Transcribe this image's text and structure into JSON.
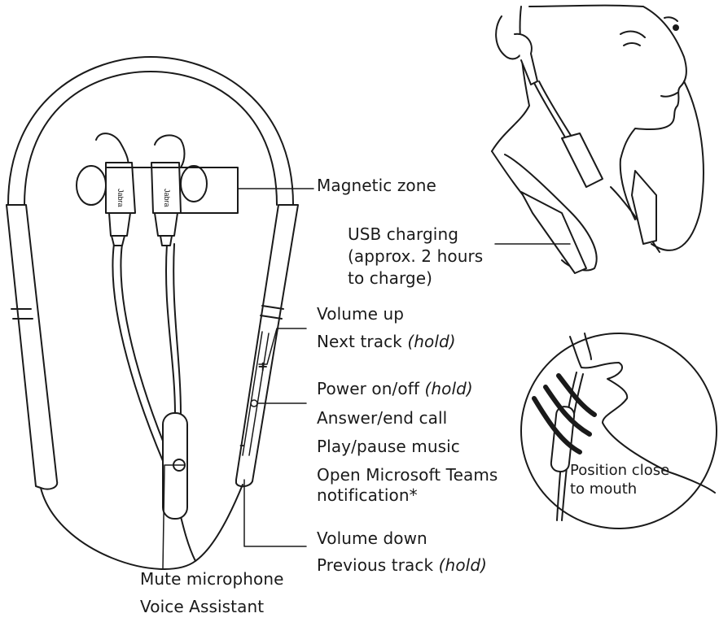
{
  "labels": {
    "magnetic_zone": "Magnetic zone",
    "usb_line1": "USB charging",
    "usb_line2": "(approx. 2 hours",
    "usb_line3": "to charge)",
    "volume_up": "Volume up",
    "next_track": "Next track",
    "hold": "(hold)",
    "power": "Power on/off",
    "answer_end": "Answer/end call",
    "play_pause": "Play/pause music",
    "teams_line1": "Open Microsoft Teams",
    "teams_line2": "notification*",
    "volume_down": "Volume down",
    "previous_track": "Previous track",
    "mute_mic": "Mute microphone",
    "voice_assistant": "Voice Assistant",
    "position_line1": "Position close",
    "position_line2": "to mouth"
  },
  "device_markings": {
    "brand": "Jabra",
    "plus_button": "+",
    "minus_button": "–"
  },
  "colors": {
    "line": "#1a1a1a",
    "fill": "#ffffff"
  }
}
